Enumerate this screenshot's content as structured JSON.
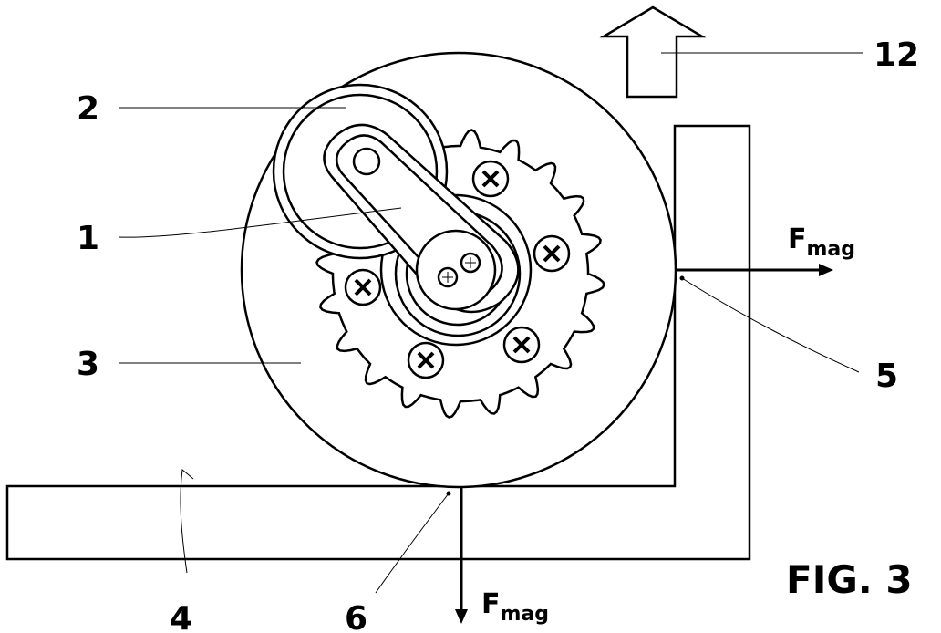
{
  "figure": {
    "caption": "FIG. 3",
    "reference_numerals": {
      "n1": "1",
      "n2": "2",
      "n3": "3",
      "n4": "4",
      "n5": "5",
      "n6": "6",
      "n12": "12"
    },
    "forces": {
      "horizontal": {
        "symbol": "F",
        "subscript": "mag"
      },
      "vertical": {
        "symbol": "F",
        "subscript": "mag"
      }
    }
  }
}
